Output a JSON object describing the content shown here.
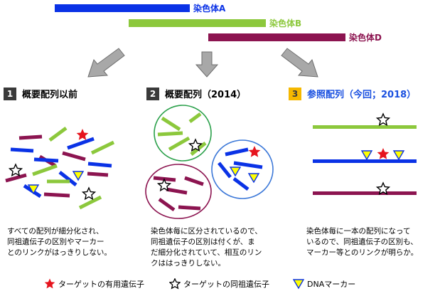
{
  "chromosomes": [
    {
      "label": "染色体A",
      "color": "#0a32e6"
    },
    {
      "label": "染色体B",
      "color": "#8cc83c"
    },
    {
      "label": "染色体D",
      "color": "#8c1450"
    }
  ],
  "panels": [
    {
      "number": "1",
      "title": "概要配列以前",
      "caption": [
        "すべての配列が細分化され、",
        "同祖遺伝子の区別やマーカー",
        "とのリンクがはっきりしない。"
      ]
    },
    {
      "number": "2",
      "title": "概要配列（2014）",
      "caption": [
        "染色体毎に区分されているので、",
        "同祖遺伝子の区別は付くが、ま",
        "だ細分化されていて、相互のリン",
        "クははっきりしない。"
      ]
    },
    {
      "number": "3",
      "title": "参照配列（今回；2018）",
      "caption": [
        "染色体毎に一本の配列になって",
        "いるので、同祖遺伝子の区別も、",
        "マーカー等とのリンクが明らか。"
      ]
    }
  ],
  "legend": [
    {
      "icon": "red-star-icon",
      "label": "ターゲットの有用遺伝子"
    },
    {
      "icon": "outline-star-icon",
      "label": "ターゲットの同祖遺伝子"
    },
    {
      "icon": "yellow-triangle-icon",
      "label": "DNAマーカー"
    }
  ],
  "colors": {
    "blue": "#0a32e6",
    "green": "#8cc83c",
    "maroon": "#8c1450",
    "red_star": "#e6141e",
    "marker_yellow": "#ffff00",
    "panel3_title": "#1a50e0"
  }
}
